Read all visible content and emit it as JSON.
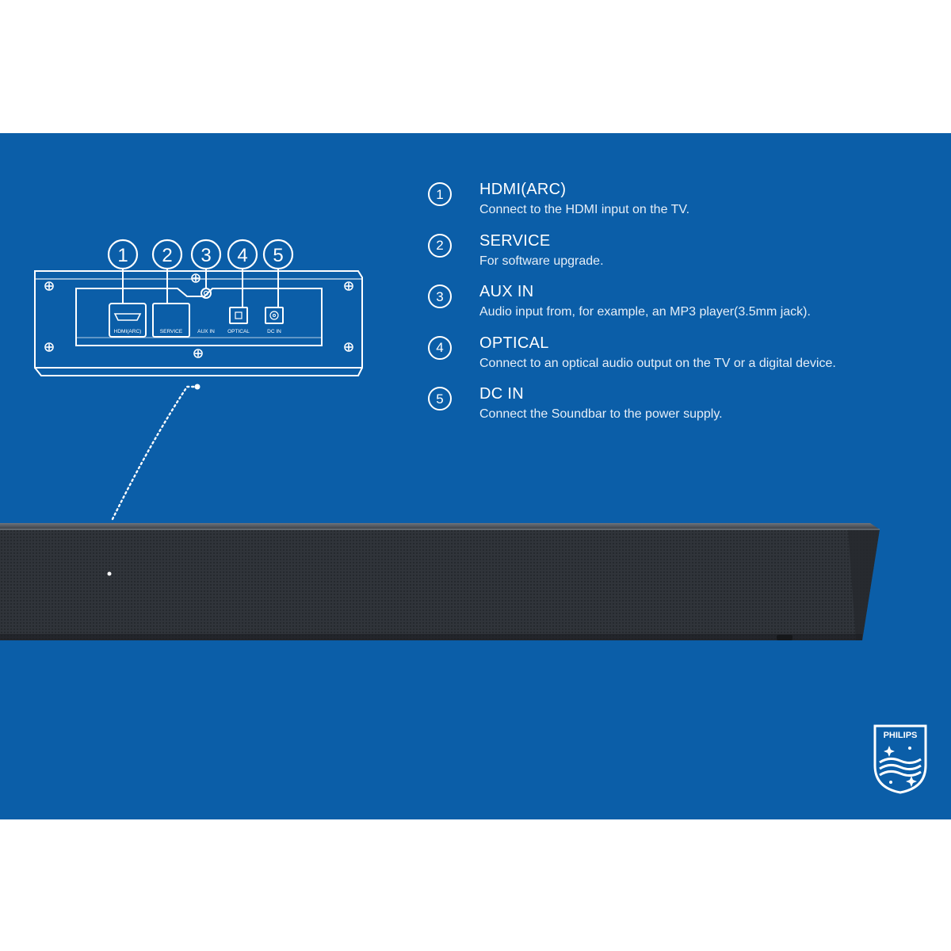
{
  "panel_labels": {
    "hdmi": "HDMI(ARC)",
    "service": "SERVICE",
    "aux": "AUX IN",
    "optical": "OPTICAL",
    "dc": "DC IN"
  },
  "callout_numbers": [
    "1",
    "2",
    "3",
    "4",
    "5"
  ],
  "connections": [
    {
      "number": "1",
      "title": "HDMI(ARC)",
      "description": "Connect to the HDMI input on the TV."
    },
    {
      "number": "2",
      "title": "SERVICE",
      "description": "For software upgrade."
    },
    {
      "number": "3",
      "title": "AUX IN",
      "description": "Audio input from, for example, an MP3 player(3.5mm jack)."
    },
    {
      "number": "4",
      "title": "OPTICAL",
      "description": "Connect to an optical audio output on the TV or a digital device."
    },
    {
      "number": "5",
      "title": "DC IN",
      "description": "Connect the Soundbar to the power supply."
    }
  ],
  "brand": {
    "name": "PHILIPS"
  },
  "colors": {
    "background": "#0b5ea8",
    "soundbar": "#2e3238",
    "line": "#ffffff"
  }
}
